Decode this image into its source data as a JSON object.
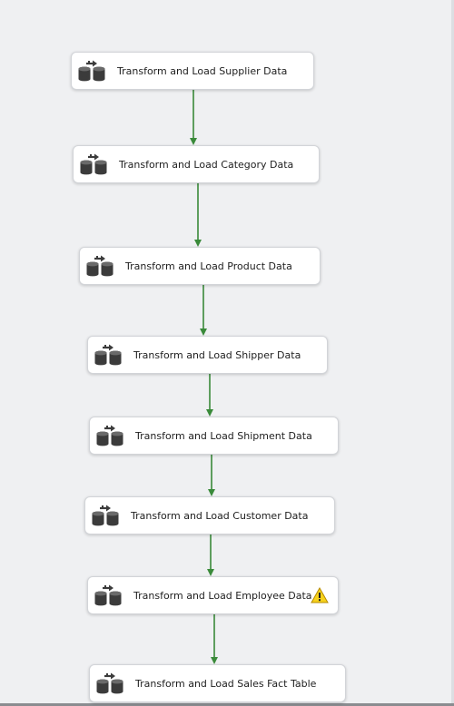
{
  "designer": {
    "background_color": "#eff0f2",
    "connector_color": "#3a8a3a",
    "tasks": [
      {
        "label": "Transform and Load Supplier Data",
        "icon": "data-flow-task-icon",
        "warning": false
      },
      {
        "label": "Transform and Load Category Data",
        "icon": "data-flow-task-icon",
        "warning": false
      },
      {
        "label": "Transform and Load Product Data",
        "icon": "data-flow-task-icon",
        "warning": false
      },
      {
        "label": "Transform and Load Shipper Data",
        "icon": "data-flow-task-icon",
        "warning": false
      },
      {
        "label": "Transform and Load Shipment Data",
        "icon": "data-flow-task-icon",
        "warning": false
      },
      {
        "label": "Transform and Load Customer Data",
        "icon": "data-flow-task-icon",
        "warning": false
      },
      {
        "label": "Transform and Load Employee Data",
        "icon": "data-flow-task-icon",
        "warning": true
      },
      {
        "label": "Transform and Load Sales Fact Table",
        "icon": "data-flow-task-icon",
        "warning": false
      }
    ],
    "warning_icon": "warning-triangle-icon"
  }
}
